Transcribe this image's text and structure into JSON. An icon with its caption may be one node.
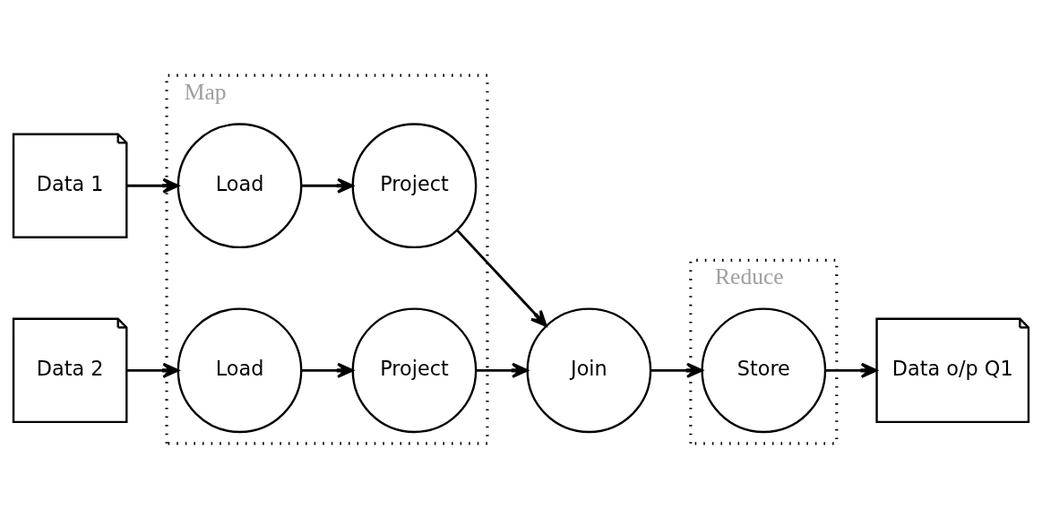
{
  "diagram": {
    "nodes": [
      {
        "text": [
          "Data 1"
        ]
      },
      {
        "text": [
          "Data 2"
        ]
      },
      {
        "text": [
          "Map"
        ]
      },
      {
        "text": [
          "Load"
        ],
        "in": 2
      },
      {
        "text": [
          "Project"
        ],
        "in": 2
      },
      {
        "text": [
          "Load"
        ],
        "in": 2
      },
      {
        "text": [
          "Project"
        ],
        "in": 2
      },
      {
        "text": [
          "Join"
        ]
      },
      {
        "text": [
          "Reduce"
        ]
      },
      {
        "text": [
          "Store"
        ],
        "in": 8
      },
      {
        "text": [
          "Data o/p Q1"
        ]
      }
    ],
    "edges": [
      {
        "from": 0,
        "to": 3,
        "arrow": "to"
      },
      {
        "from": 3,
        "to": 4,
        "arrow": "to"
      },
      {
        "from": 1,
        "to": 5,
        "arrow": "to"
      },
      {
        "from": 5,
        "to": 6,
        "arrow": "to"
      },
      {
        "from": 4,
        "to": 7,
        "arrow": "to"
      },
      {
        "from": 6,
        "to": 7,
        "arrow": "to"
      },
      {
        "from": 7,
        "to": 9,
        "arrow": "to"
      },
      {
        "from": 9,
        "to": 10,
        "arrow": "to"
      }
    ]
  }
}
